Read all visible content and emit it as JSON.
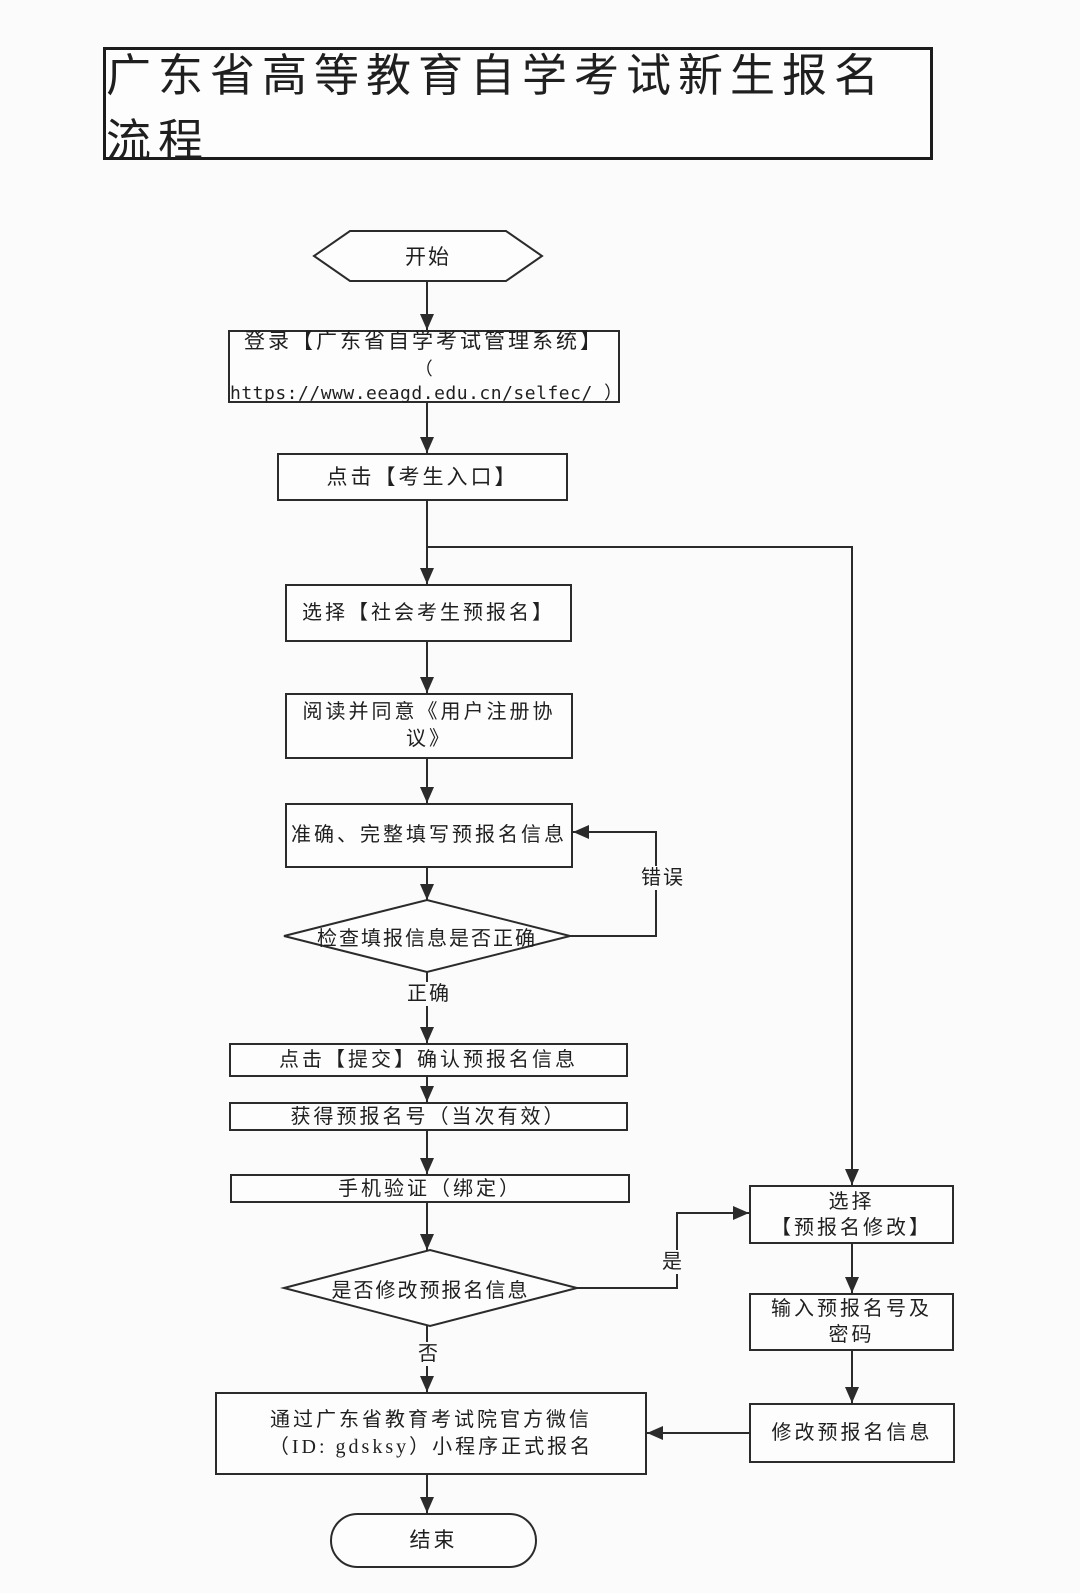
{
  "colors": {
    "line": "#2b2b2b",
    "background": "#fbfbfb",
    "node_fill": "#fdfdfd",
    "text": "#1f1f1f"
  },
  "title": "广东省高等教育自学考试新生报名流程",
  "nodes": {
    "start": "开始",
    "login_line1": "登录【广东省自学考试管理系统】",
    "login_line2": "（ https://www.eeagd.edu.cn/selfec/ ）",
    "entrance": "点击【考生入口】",
    "choose_prereg": "选择【社会考生预报名】",
    "agree": "阅读并同意《用户注册协议》",
    "fill_info": "准确、完整填写预报名信息",
    "check_info": "检查填报信息是否正确",
    "submit": "点击【提交】确认预报名信息",
    "reg_number": "获得预报名号（当次有效）",
    "phone_verify": "手机验证（绑定）",
    "modify_question": "是否修改预报名信息",
    "wechat_line1": "通过广东省教育考试院官方微信",
    "wechat_line2": "（ID: gdsksy）小程序正式报名",
    "end": "结束",
    "select_modify_line1": "选择",
    "select_modify_line2": "【预报名修改】",
    "input_number_line1": "输入预报名号及",
    "input_number_line2": "密码",
    "do_modify": "修改预报名信息"
  },
  "edge_labels": {
    "error": "错误",
    "correct": "正确",
    "yes": "是",
    "no": "否"
  }
}
